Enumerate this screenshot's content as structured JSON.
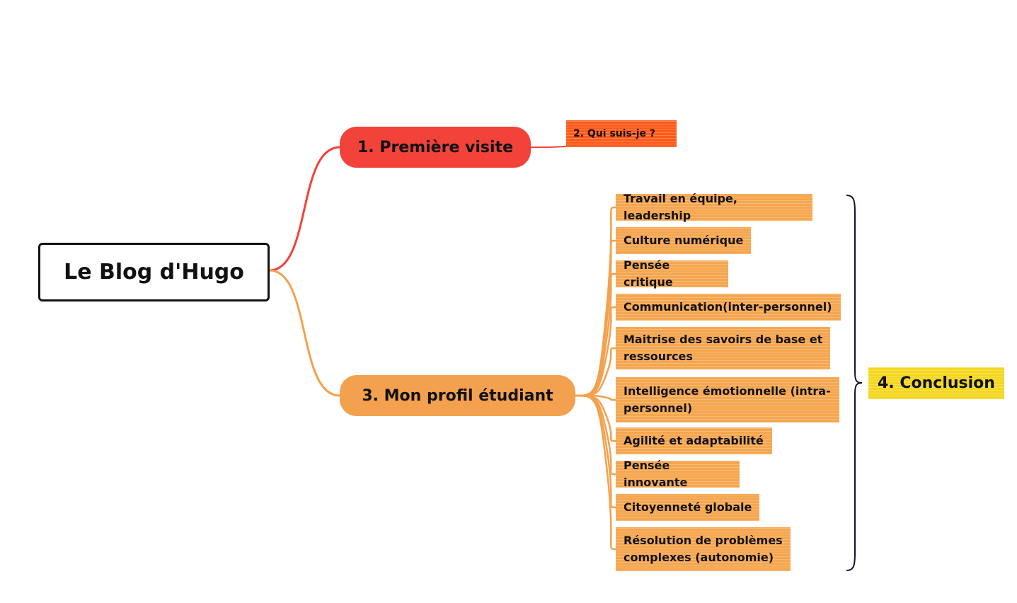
{
  "mindmap": {
    "root": "Le Blog d'Hugo",
    "branches": {
      "visite": "1. Première visite",
      "qui": "2. Qui suis-je ?",
      "profil": "3. Mon profil étudiant",
      "conclusion": "4. Conclusion"
    },
    "skills": [
      "Travail en équipe, leadership",
      "Culture numérique",
      "Pensée critique",
      "Communication(inter-personnel)",
      "Maitrise des savoirs de base et ressources",
      "Intelligence émotionnelle (intra-personnel)",
      "Agilité et adaptabilité",
      "Pensée innovante",
      "Citoyenneté globale",
      "Résolution de problèmes complexes (autonomie)"
    ]
  },
  "colors": {
    "visite": "#f2423a",
    "qui": "#ff5a1a",
    "profil": "#f3a14e",
    "skill": "#f5a64f",
    "conclusion": "#f4d71f",
    "bracket": "#111133"
  }
}
